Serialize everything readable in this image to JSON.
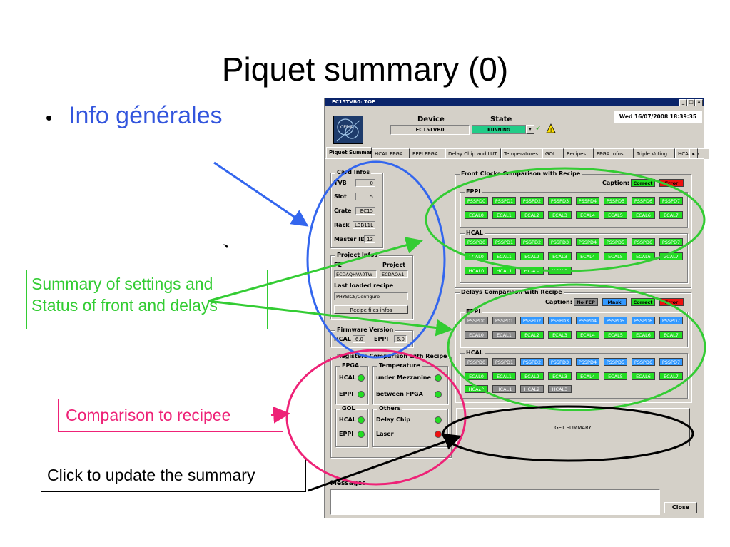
{
  "slide": {
    "title": "Piquet summary (0)",
    "bullet": "Info générales"
  },
  "window": {
    "title": "EC15TVB0: TOP",
    "device_label": "Device",
    "device_value": "EC15TVB0",
    "state_label": "State",
    "state_value": "RUNNING",
    "datetime": "Wed 16/07/2008    18:39:35",
    "logo": "CERN"
  },
  "tabs": [
    "Piquet Summary",
    "HCAL FPGA",
    "EPPI FPGA",
    "Delay Chip and LUT",
    "Temperatures",
    "GOL",
    "Recipes",
    "FPGA Infos",
    "Triple Voting",
    "HCAL Sy"
  ],
  "card_infos": {
    "title": "Card Infos",
    "rows": [
      {
        "label": "TVB",
        "value": "0"
      },
      {
        "label": "Slot",
        "value": "5"
      },
      {
        "label": "Crate",
        "value": "EC15"
      },
      {
        "label": "Rack",
        "value": "L3B11L"
      },
      {
        "label": "Master ID",
        "value": "13"
      }
    ]
  },
  "project_infos": {
    "title": "Project Infos",
    "fe_label": "FE",
    "project_label": "Project",
    "fe_value": "ECDAQHVA0TW",
    "project_value": "ECDAQA1",
    "last_recipe_label": "Last loaded recipe",
    "last_recipe_value": "PHYSICS/Configure",
    "recipe_button": "Recipe files infos"
  },
  "firmware": {
    "title": "Firmware Version",
    "hcal_label": "HCAL",
    "hcal_value": "6.0",
    "eppi_label": "EPPI",
    "eppi_value": "6.0"
  },
  "registers": {
    "title": "Registers Comparison with Recipe",
    "fpga_title": "FPGA",
    "fpga_hcal": "HCAL",
    "fpga_eppi": "EPPI",
    "temp_title": "Temperature",
    "temp_mezz": "under Mezzanine",
    "temp_fpga": "between FPGA",
    "gol_title": "GOL",
    "gol_hcal": "HCAL",
    "gol_eppi": "EPPI",
    "others_title": "Others",
    "others_delay": "Delay Chip",
    "others_laser": "Laser"
  },
  "front_clocks": {
    "title": "Front Clocks Comparison with Recipe",
    "caption_label": "Caption:",
    "caption_correct": "Correct",
    "caption_error": "Error",
    "eppi_title": "EPPI",
    "hcal_title": "HCAL",
    "eppi_pss": [
      "PSSPD0",
      "PSSPD1",
      "PSSPD2",
      "PSSPD3",
      "PSSPD4",
      "PSSPD5",
      "PSSPD6",
      "PSSPD7"
    ],
    "eppi_ecal": [
      "ECAL0",
      "ECAL1",
      "ECAL2",
      "ECAL3",
      "ECAL4",
      "ECAL5",
      "ECAL6",
      "ECAL7"
    ],
    "hcal_pss": [
      "PSSPD0",
      "PSSPD1",
      "PSSPD2",
      "PSSPD3",
      "PSSPD4",
      "PSSPD5",
      "PSSPD6",
      "PSSPD7"
    ],
    "hcal_ecal": [
      "ECAL0",
      "ECAL1",
      "ECAL2",
      "ECAL3",
      "ECAL4",
      "ECAL5",
      "ECAL6",
      "ECAL7"
    ],
    "hcal_hcal": [
      "HCAL0",
      "HCAL1",
      "HCAL2",
      "HCAL3"
    ]
  },
  "delays": {
    "title": "Delays Comparison with Recipe",
    "caption_label": "Caption:",
    "caption_nofep": "No FEP",
    "caption_mask": "Mask",
    "caption_correct": "Correct",
    "caption_error": "Error",
    "eppi_title": "EPPI",
    "hcal_title": "HCAL",
    "eppi_pss": [
      "PSSPD0",
      "PSSPD1",
      "PSSPD2",
      "PSSPD3",
      "PSSPD4",
      "PSSPD5",
      "PSSPD6",
      "PSSPD7"
    ],
    "eppi_ecal": [
      "ECAL0",
      "ECAL1",
      "ECAL2",
      "ECAL3",
      "ECAL4",
      "ECAL5",
      "ECAL6",
      "ECAL7"
    ],
    "hcal_pss": [
      "PSSPD0",
      "PSSPD1",
      "PSSPD2",
      "PSSPD3",
      "PSSPD4",
      "PSSPD5",
      "PSSPD6",
      "PSSPD7"
    ],
    "hcal_ecal": [
      "ECAL0",
      "ECAL1",
      "ECAL2",
      "ECAL3",
      "ECAL4",
      "ECAL5",
      "ECAL6",
      "ECAL7"
    ],
    "hcal_hcal": [
      "HCAL0",
      "HCAL1",
      "HCAL2",
      "HCAL3"
    ]
  },
  "get_summary_button": "GET SUMMARY",
  "messages_label": "Messages",
  "close_button": "Close",
  "annotations": {
    "summary": "Summary of settings and Status of front and delays",
    "comparison": "Comparison to recipee",
    "click": "Click to update the summary"
  },
  "colors": {
    "green": "#22dd22",
    "gray": "#8c8c8c",
    "blue": "#3399ff",
    "red": "#ee1111",
    "running": "#22cc88",
    "annot_green": "#33cc33",
    "annot_pink": "#ee2277",
    "annot_blue": "#3366ee"
  }
}
